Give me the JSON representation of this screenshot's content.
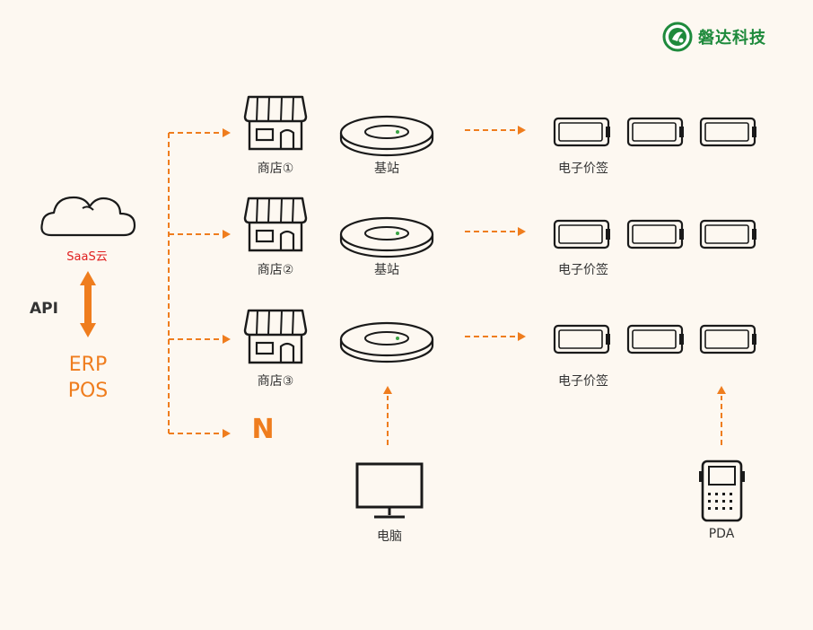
{
  "brand": {
    "name": "磐达科技",
    "color": "#1e8a3c"
  },
  "colors": {
    "accent": "#ef7d1e",
    "line": "#1a1a1a",
    "cloud_text": "#e02020"
  },
  "cloud": {
    "label": "SaaS云",
    "icon": "cloud-icon"
  },
  "api_label": "API",
  "erp_label": "ERP",
  "pos_label": "POS",
  "stores": [
    {
      "label": "商店①",
      "station": "基站",
      "tags": "电子价签"
    },
    {
      "label": "商店②",
      "station": "基站",
      "tags": "电子价签"
    },
    {
      "label": "商店③",
      "station": "",
      "tags": "电子价签"
    }
  ],
  "n_label": "N",
  "computer": {
    "label": "电脑",
    "icon": "monitor-icon"
  },
  "pda": {
    "label": "PDA",
    "icon": "pda-icon"
  }
}
